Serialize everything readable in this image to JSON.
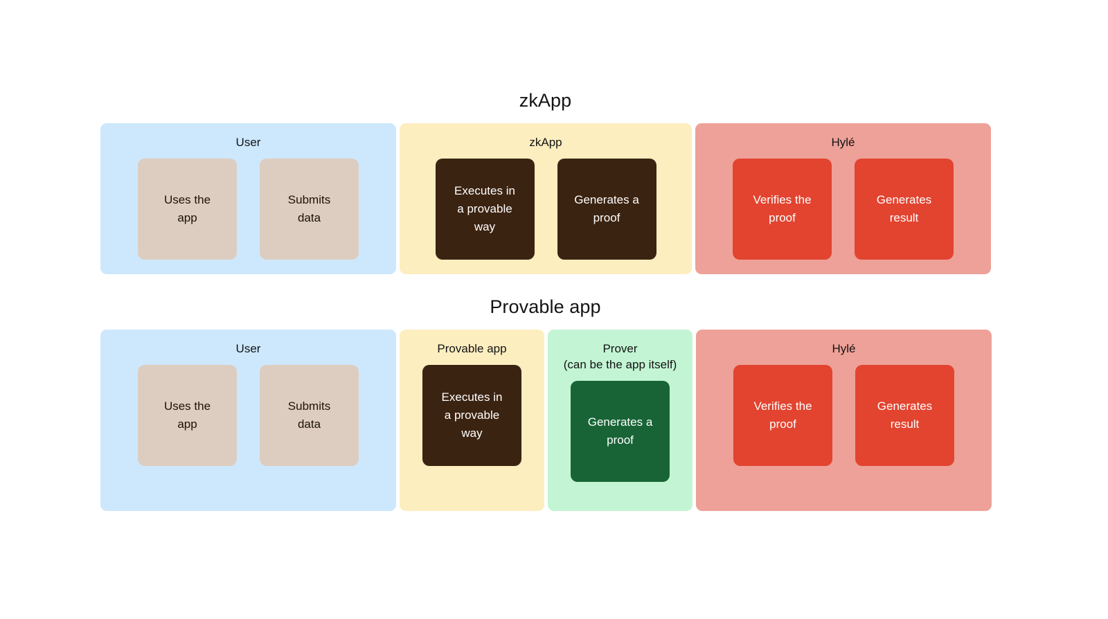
{
  "page": {
    "background": "#ffffff",
    "palette": {
      "lane_user": "#cde8fd",
      "lane_app": "#fdeec0",
      "lane_prover": "#c3f5d4",
      "lane_chain": "#eea198",
      "card_beige": "#ddcdc0",
      "card_brown": "#3b2311",
      "card_green": "#186436",
      "card_red": "#e24430",
      "text_dark": "#131313",
      "text_light": "#ffffff"
    }
  },
  "diagrams": [
    {
      "id": "zkapp",
      "title": "zkApp",
      "lanes": [
        {
          "id": "user",
          "title": "User",
          "cards": [
            {
              "id": "uses-the-app",
              "text": "Uses the\napp",
              "style": "beige"
            },
            {
              "id": "submits-data",
              "text": "Submits\ndata",
              "style": "beige"
            }
          ]
        },
        {
          "id": "zkapp",
          "title": "zkApp",
          "cards": [
            {
              "id": "executes-in-a-provable-way",
              "text": "Executes in\na provable\nway",
              "style": "brown"
            },
            {
              "id": "generates-a-proof",
              "text": "Generates a\nproof",
              "style": "brown"
            }
          ]
        },
        {
          "id": "hyle",
          "title": "Hylé",
          "cards": [
            {
              "id": "verifies-the-proof",
              "text": "Verifies the\nproof",
              "style": "red"
            },
            {
              "id": "generates-result",
              "text": "Generates\nresult",
              "style": "red"
            }
          ]
        }
      ]
    },
    {
      "id": "provable-app",
      "title": "Provable app",
      "lanes": [
        {
          "id": "user",
          "title": "User",
          "cards": [
            {
              "id": "uses-the-app",
              "text": "Uses the\napp",
              "style": "beige"
            },
            {
              "id": "submits-data",
              "text": "Submits\ndata",
              "style": "beige"
            }
          ]
        },
        {
          "id": "provable-app",
          "title": "Provable app",
          "cards": [
            {
              "id": "executes-in-a-provable-way",
              "text": "Executes in\na provable\nway",
              "style": "brown"
            }
          ]
        },
        {
          "id": "prover",
          "title": "Prover\n(can be the app itself)",
          "cards": [
            {
              "id": "generates-a-proof",
              "text": "Generates a\nproof",
              "style": "green"
            }
          ]
        },
        {
          "id": "hyle",
          "title": "Hylé",
          "cards": [
            {
              "id": "verifies-the-proof",
              "text": "Verifies the\nproof",
              "style": "red"
            },
            {
              "id": "generates-result",
              "text": "Generates\nresult",
              "style": "red"
            }
          ]
        }
      ]
    }
  ]
}
